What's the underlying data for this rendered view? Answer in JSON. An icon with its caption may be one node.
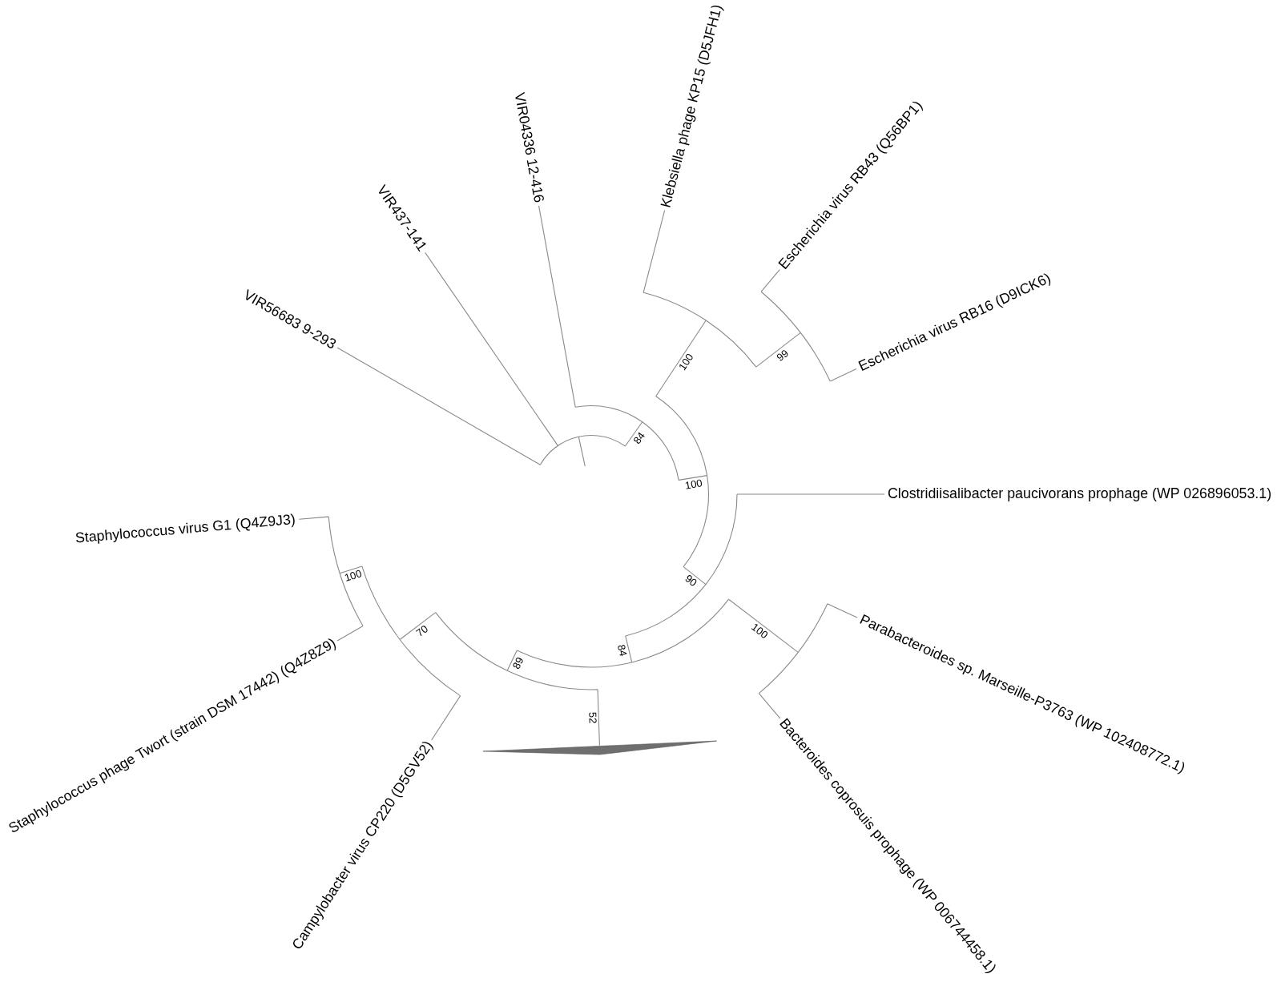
{
  "diagram": {
    "nodes": [
      {
        "text": [
          "VIR56683 9-293"
        ]
      },
      {
        "text": [
          "VIR437-141"
        ]
      },
      {
        "text": [
          "VIR04336 12-416"
        ]
      },
      {
        "text": [
          "Klebsiella phage KP15 (D5JFH1)"
        ]
      },
      {
        "text": [
          "Escherichia virus RB43 (Q56BP1)"
        ]
      },
      {
        "text": [
          "Escherichia virus RB16 (D9ICK6)"
        ]
      },
      {
        "text": [
          "Clostridiisalibacter paucivorans prophage (WP 026896053.1)"
        ]
      },
      {
        "text": [
          "Parabacteroides sp. Marseille-P3763 (WP 102408772.1)"
        ]
      },
      {
        "text": [
          "Bacteroides coprosuis prophage (WP 006744458.1)"
        ]
      },
      {
        "text": [],
        "shape": "triangle"
      },
      {
        "text": [
          "Campylobacter virus CP220 (D5GV52)"
        ]
      },
      {
        "text": [
          "Staphylococcus phage Twort (strain DSM 17442) (Q4Z8Z9)"
        ]
      },
      {
        "text": [
          "Staphylococcus virus G1 (Q4Z9J3)"
        ]
      },
      {
        "text": [],
        "shape": "arc"
      },
      {
        "text": [],
        "shape": "arc"
      },
      {
        "text": [],
        "shape": "arc"
      },
      {
        "text": [],
        "shape": "arc"
      },
      {
        "text": [],
        "shape": "arc"
      },
      {
        "text": [],
        "shape": "arc"
      },
      {
        "text": [],
        "shape": "arc"
      },
      {
        "text": [],
        "shape": "arc"
      },
      {
        "text": [],
        "shape": "arc"
      },
      {
        "text": [],
        "shape": "arc"
      },
      {
        "text": [],
        "shape": "arc"
      }
    ],
    "edges": [
      {
        "from": null,
        "to": 13,
        "arrow": "none"
      },
      {
        "from": 13,
        "to": 0,
        "arrow": "none"
      },
      {
        "from": 13,
        "to": 1,
        "arrow": "none"
      },
      {
        "from": 13,
        "to": 14,
        "arrow": "none",
        "label": "84"
      },
      {
        "from": 14,
        "to": 2,
        "arrow": "none"
      },
      {
        "from": 14,
        "to": 15,
        "arrow": "none",
        "label": "100"
      },
      {
        "from": 15,
        "to": 16,
        "arrow": "none",
        "label": "100"
      },
      {
        "from": 16,
        "to": 3,
        "arrow": "none"
      },
      {
        "from": 16,
        "to": 17,
        "arrow": "none",
        "label": "99"
      },
      {
        "from": 17,
        "to": 4,
        "arrow": "none"
      },
      {
        "from": 17,
        "to": 5,
        "arrow": "none"
      },
      {
        "from": 15,
        "to": 18,
        "arrow": "none",
        "label": "90"
      },
      {
        "from": 18,
        "to": 6,
        "arrow": "none"
      },
      {
        "from": 18,
        "to": 19,
        "arrow": "none",
        "label": "84"
      },
      {
        "from": 19,
        "to": 20,
        "arrow": "none",
        "label": "100"
      },
      {
        "from": 20,
        "to": 7,
        "arrow": "none"
      },
      {
        "from": 20,
        "to": 8,
        "arrow": "none"
      },
      {
        "from": 19,
        "to": 21,
        "arrow": "none",
        "label": "89"
      },
      {
        "from": 21,
        "to": 9,
        "arrow": "none",
        "label": "52"
      },
      {
        "from": 21,
        "to": 22,
        "arrow": "none",
        "label": "70"
      },
      {
        "from": 22,
        "to": 10,
        "arrow": "none"
      },
      {
        "from": 22,
        "to": 23,
        "arrow": "none",
        "label": "100"
      },
      {
        "from": 23,
        "to": 11,
        "arrow": "none"
      },
      {
        "from": 23,
        "to": 12,
        "arrow": "none"
      }
    ]
  }
}
